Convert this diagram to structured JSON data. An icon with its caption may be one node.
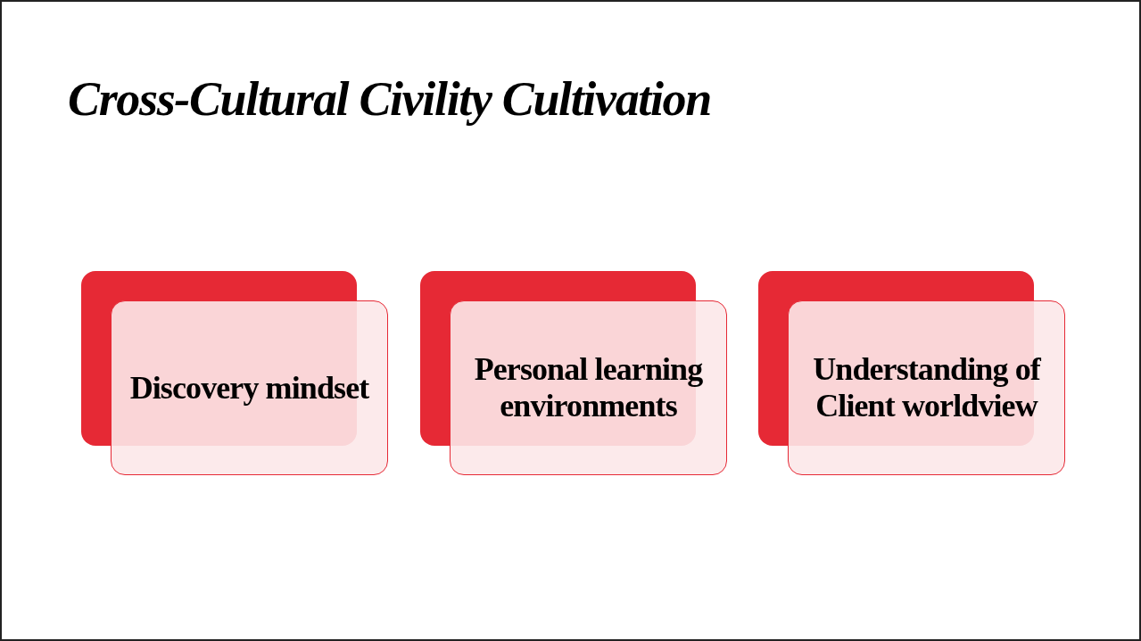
{
  "diagram": {
    "title": "Cross-Cultural Civility Cultivation",
    "nodes": [
      {
        "text": [
          "Discovery mindset"
        ]
      },
      {
        "text": [
          "Personal learning environments"
        ]
      },
      {
        "text": [
          "Understanding of Client worldview"
        ]
      }
    ]
  }
}
